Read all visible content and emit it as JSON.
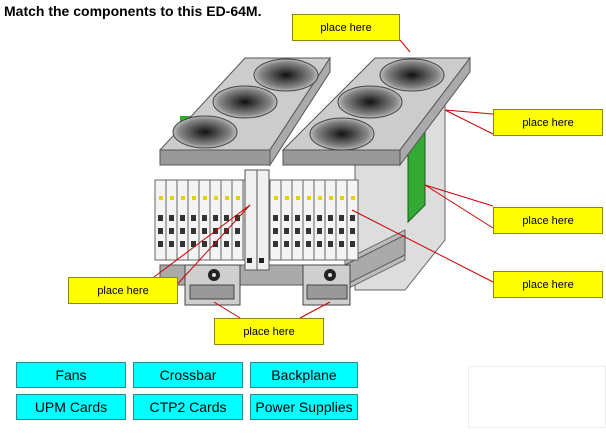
{
  "title": "Match the components to this ED-64M.",
  "targets": [
    {
      "label": "place here"
    },
    {
      "label": "place here"
    },
    {
      "label": "place here"
    },
    {
      "label": "place here"
    },
    {
      "label": "place here"
    },
    {
      "label": "place here"
    }
  ],
  "chips": [
    {
      "label": "Fans"
    },
    {
      "label": "Crossbar"
    },
    {
      "label": "Backplane"
    },
    {
      "label": "UPM Cards"
    },
    {
      "label": "CTP2 Cards"
    },
    {
      "label": "Power Supplies"
    }
  ],
  "colors": {
    "target": "#ffff00",
    "chip": "#00ffff",
    "leader_line": "#cc0000",
    "backplane": "#33aa33"
  }
}
